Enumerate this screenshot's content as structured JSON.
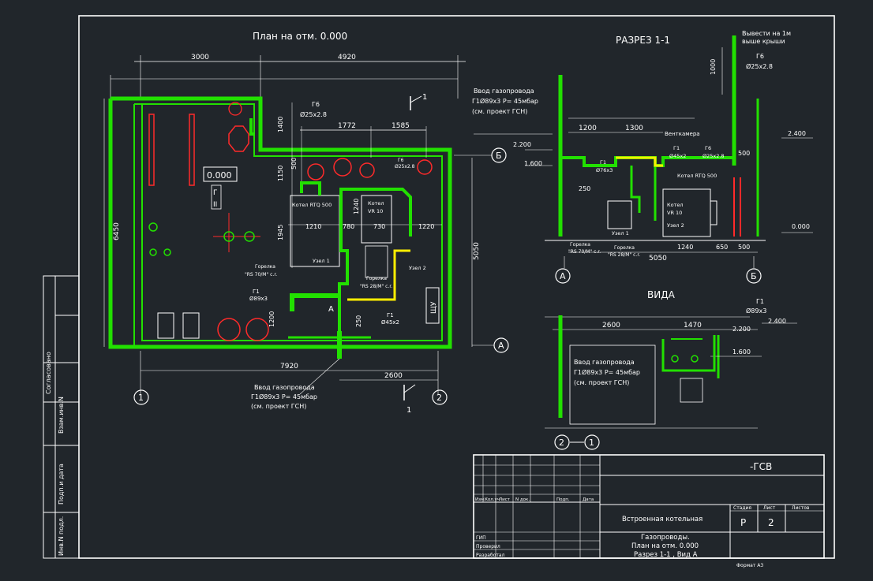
{
  "plan": {
    "title": "План на отм. 0.000",
    "dims_top": [
      "3000",
      "4920"
    ],
    "dims_inner": [
      "1772",
      "1585"
    ],
    "dim_1400": "1400",
    "dim_500a": "500",
    "dim_1150": "1150",
    "dim_1240": "1240",
    "dim_1945": "1945",
    "dim_6450": "6450",
    "dim_5050": "5050",
    "dim_1210": "1210",
    "dim_780": "780",
    "dim_730": "730",
    "dim_1220": "1220",
    "dim_1200": "1200",
    "dim_250": "250",
    "dim_7920": "7920",
    "dim_2600": "2600",
    "elev_box": "0.000",
    "g6_label": "Г6",
    "g6_dia": "Ø25x2.8",
    "g6_small": "Г6",
    "g6_small_dia": "Ø25x2.8",
    "kotel1": "Котел RTQ 500",
    "kotel2": "Котел",
    "kotel2b": "VR 10",
    "uzel1": "Узел 1",
    "uzel2": "Узел 2",
    "gorelka1": "Горелка",
    "gorelka1b": "\"RS 70/M\" c.r.",
    "gorelka2": "Горелка",
    "gorelka2b": "\"RS 28/M\" c.r.",
    "g1a": "Г1",
    "g1a_dia": "Ø89x3",
    "g1b": "Г1",
    "g1b_dia": "Ø45x2",
    "shu": "ЩУ",
    "section_a": "А",
    "section_1": "1",
    "vvod_title": "Ввод газопровода",
    "vvod_line1": "Г1Ø89х3 Р= 45мбар",
    "vvod_line2": "(см. проект ГСН)",
    "axis_1": "1",
    "axis_2": "2",
    "axis_a": "А",
    "axis_b": "Б",
    "stair1": "Г",
    "stair2": "II"
  },
  "section": {
    "title": "РАЗРЕЗ 1-1",
    "vyvesti1": "Вывести на 1м",
    "vyvesti2": "выше крыши",
    "g6": "Г6",
    "g6_dia": "Ø25x2.8",
    "dim_1000": "1000",
    "vvod_title": "Ввод газопровода",
    "vvod_line1": "Г1Ø89х3 Р= 45мбар",
    "vvod_line2": "(см. проект ГСН)",
    "elev_2200": "2.200",
    "elev_1600": "1.600",
    "elev_2400": "2.400",
    "elev_0": "0.000",
    "dim_1200": "1200",
    "dim_1300": "1300",
    "dim_500": "500",
    "dim_250": "250",
    "dim_5050": "5050",
    "dim_1240": "1240",
    "dim_650": "650",
    "dim_500b": "500",
    "ventkamera": "Венткамера",
    "g1_label": "Г1",
    "g1_dia": "Ø76x3",
    "g1b_label": "Г1",
    "g1b_dia": "Ø45x2",
    "g6b": "Г6",
    "g6b_dia": "Ø25x2.8",
    "kotel1": "Котел RTQ 500",
    "kotel2": "Котел",
    "kotel2b": "VR 10",
    "uzel1": "Узел 1",
    "uzel2": "Узел 2",
    "gorelka1": "Горелка",
    "gorelka1b": "\"RS 70/M\" c.r.",
    "gorelka2": "Горелка",
    "gorelka2b": "\"RS 28/M\" c.r.",
    "axis_a": "А",
    "axis_b": "Б"
  },
  "vida": {
    "title": "ВИДА",
    "g1": "Г1",
    "g1_dia": "Ø89x3",
    "dim_2600": "2600",
    "dim_1470": "1470",
    "elev_2200": "2.200",
    "elev_2400": "2.400",
    "elev_1600": "1.600",
    "vvod_title": "Ввод газопровода",
    "vvod_line1": "Г1Ø89х3 Р= 45мбар",
    "vvod_line2": "(см. проект ГСН)",
    "axis_2": "2",
    "axis_1": "1"
  },
  "titleblock": {
    "code": "-ГСВ",
    "col_headers": [
      "Изм.",
      "Кол.уч",
      "Лист",
      "N док.",
      "Подп.",
      "Дата"
    ],
    "project": "Встроенная котельная",
    "stage_header": "Стадия",
    "sheet_header": "Лист",
    "sheets_header": "Листов",
    "stage": "Р",
    "sheet": "2",
    "sheets": "",
    "roles": [
      "ГИП",
      "Проверил",
      "Разработал"
    ],
    "desc1": "Газопроводы.",
    "desc2": "План на отм. 0.000",
    "desc3": "Разрез 1-1 , Вид А",
    "format": "Формат А3"
  },
  "sidestrip": {
    "soglasovano": "Согласовано",
    "labels": [
      "Взам.инв.N",
      "Подп.и дата",
      "Инв.N подл."
    ]
  },
  "colors": {
    "background": "#21262b",
    "lines": "#ffffff",
    "gas_pipe": "#22e000",
    "flue_pipe": "#ffee00",
    "equipment": "#ff2a2a"
  }
}
